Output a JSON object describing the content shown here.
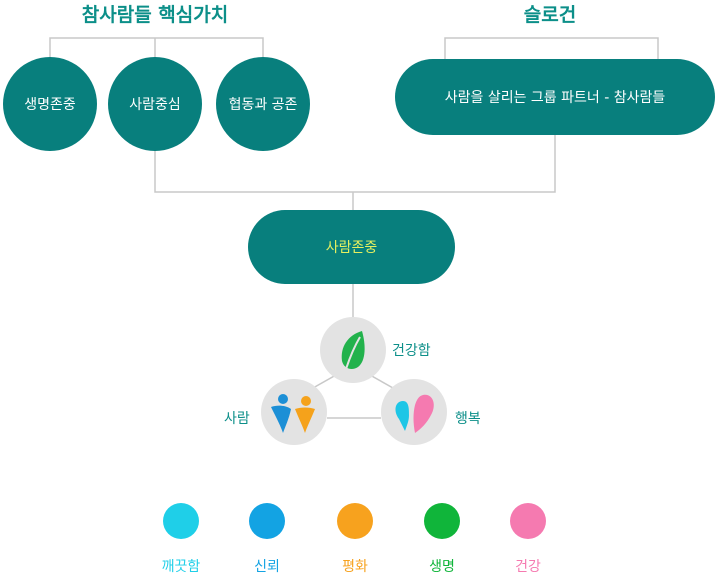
{
  "core_values": {
    "title": "참사람들 핵심가치",
    "items": [
      "생명존중",
      "사람중심",
      "협동과 공존"
    ]
  },
  "slogan": {
    "title": "슬로건",
    "text": "사람을 살리는 그룹 파트너 - 참사람들"
  },
  "center": {
    "label": "사람존중"
  },
  "nodes": {
    "health": {
      "label": "건강함",
      "icon": "leaf-icon"
    },
    "people": {
      "label": "사람",
      "icon": "people-icon"
    },
    "happiness": {
      "label": "행복",
      "icon": "hearts-icon"
    }
  },
  "legend": [
    {
      "label": "깨끗함",
      "color": "#1fcfe8"
    },
    {
      "label": "신뢰",
      "color": "#13a3e3"
    },
    {
      "label": "평화",
      "color": "#f7a21e"
    },
    {
      "label": "생명",
      "color": "#10b53a"
    },
    {
      "label": "건강",
      "color": "#f57ab0"
    }
  ],
  "colors": {
    "primary": "#087f7d",
    "heading": "#0c8f89",
    "center_text": "#e6f060",
    "connector": "#c8c8c8",
    "node_bg": "#e3e3e3"
  }
}
